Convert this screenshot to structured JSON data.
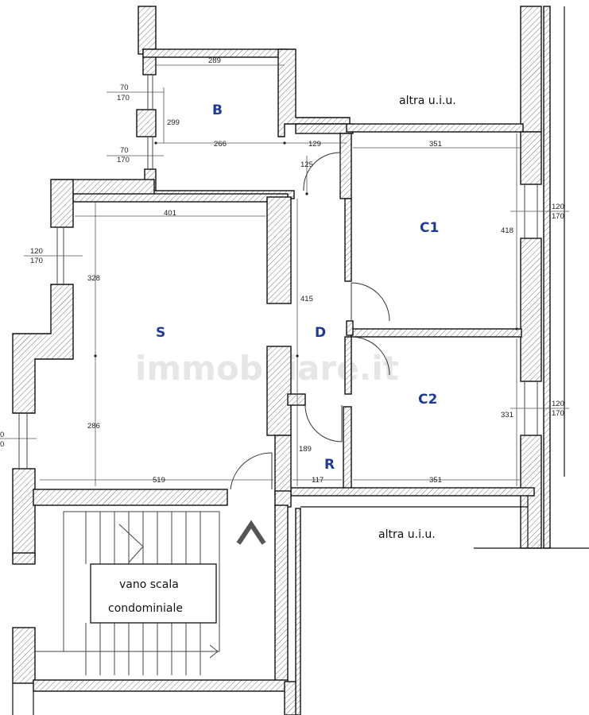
{
  "rooms": {
    "b": "B",
    "c1": "C1",
    "c2": "C2",
    "s": "S",
    "d": "D",
    "r": "R"
  },
  "labels": {
    "other_unit_top": "altra u.i.u.",
    "other_unit_bottom": "altra u.i.u.",
    "stair_line1": "vano scala",
    "stair_line2": "condominiale",
    "watermark": "immobiliare.it"
  },
  "dimensions": {
    "b_width": "289",
    "b_height": "299",
    "b_corridor": "266",
    "b_corridor_right": "129",
    "b_door": "125",
    "c1_width": "351",
    "c1_height": "418",
    "s_width_top": "401",
    "s_height_top": "328",
    "s_height_bottom": "286",
    "s_width_bottom": "519",
    "d_length": "415",
    "r_height": "189",
    "r_width": "117",
    "c2_width": "351",
    "c2_height": "331",
    "win_b1_top": "70",
    "win_b1_bottom": "170",
    "win_b2_top": "70",
    "win_b2_bottom": "170",
    "win_s_top": "120",
    "win_s_bottom": "170",
    "win_c1_top": "120",
    "win_c1_bottom": "170",
    "win_c2_top": "120",
    "win_c2_bottom": "170",
    "win_left_top": "0",
    "win_left_bottom": "0"
  }
}
